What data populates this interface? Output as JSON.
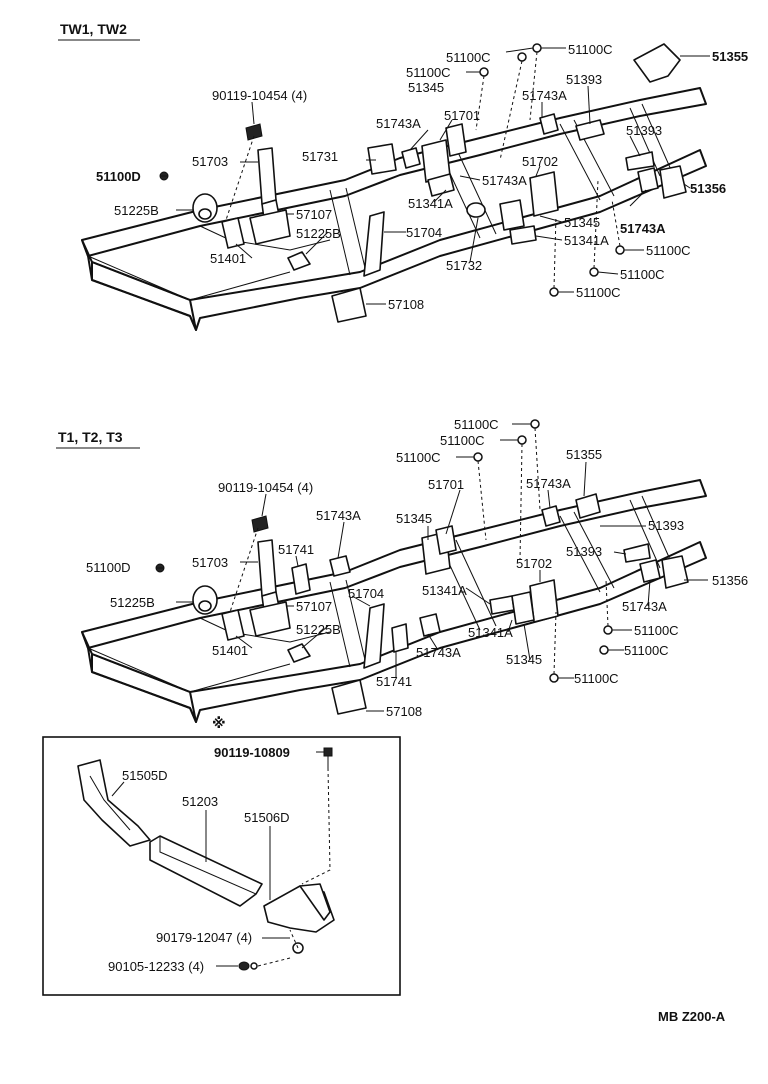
{
  "sections": {
    "top_title": "TW1, TW2",
    "bottom_title": "T1, T2, T3",
    "inset_mark": "※"
  },
  "footer": "MB  Z200-A",
  "top_labels": {
    "l51100C_a": "51100C",
    "l51100C_b": "51100C",
    "l51100C_c": "51100C",
    "l51355": "51355",
    "l90119": "90119-10454 (4)",
    "l51345_a": "51345",
    "l51393_a": "51393",
    "l51743A_a": "51743A",
    "l51743A_b": "51743A",
    "l51701": "51701",
    "l51393_b": "51393",
    "l51703": "51703",
    "l51731": "51731",
    "l51702": "51702",
    "l51100D": "51100D",
    "l51743A_c": "51743A",
    "l51356": "51356",
    "l51341A_a": "51341A",
    "l51225B_a": "51225B",
    "l57107": "57107",
    "l51345_b": "51345",
    "l51743A_d": "51743A",
    "l51225B_b": "51225B",
    "l51704": "51704",
    "l51341A_b": "51341A",
    "l51100C_d": "51100C",
    "l51401": "51401",
    "l51732": "51732",
    "l51100C_e": "51100C",
    "l51100C_f": "51100C",
    "l57108": "57108"
  },
  "bottom_labels": {
    "l51100C_a": "51100C",
    "l51100C_b": "51100C",
    "l51355": "51355",
    "l51100C_c": "51100C",
    "l90119": "90119-10454 (4)",
    "l51701": "51701",
    "l51743A_a": "51743A",
    "l51743A_b": "51743A",
    "l51345_a": "51345",
    "l51393_a": "51393",
    "l51703": "51703",
    "l51741_a": "51741",
    "l51100D": "51100D",
    "l51393_b": "51393",
    "l51702": "51702",
    "l51356": "51356",
    "l51341A_a": "51341A",
    "l51225B_a": "51225B",
    "l57107": "57107",
    "l51704": "51704",
    "l51743A_c": "51743A",
    "l51341A_b": "51341A",
    "l51100C_d": "51100C",
    "l51225B_b": "51225B",
    "l51401": "51401",
    "l51743A_d": "51743A",
    "l51345_b": "51345",
    "l51100C_e": "51100C",
    "l51741_b": "51741",
    "l51100C_f": "51100C",
    "l57108": "57108"
  },
  "inset_labels": {
    "l90119_10809": "90119-10809",
    "l51505D": "51505D",
    "l51203": "51203",
    "l51506D": "51506D",
    "l90179": "90179-12047 (4)",
    "l90105": "90105-12233 (4)"
  }
}
